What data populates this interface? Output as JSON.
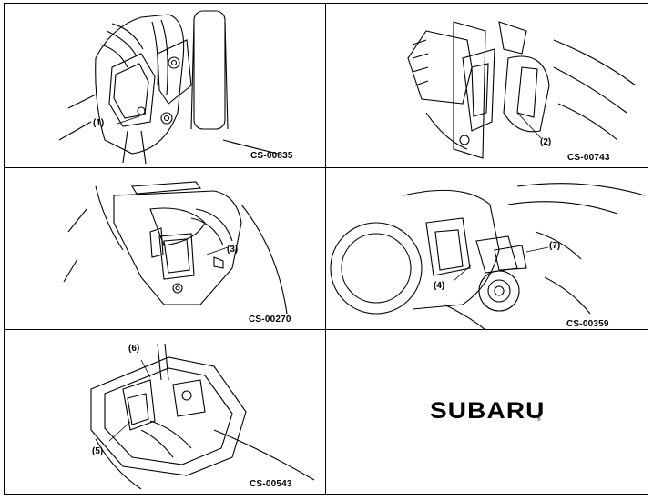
{
  "panels": [
    {
      "id": "p1",
      "code": "CS-00835",
      "callouts": [
        "(1)"
      ]
    },
    {
      "id": "p2",
      "code": "CS-00743",
      "callouts": [
        "(2)"
      ]
    },
    {
      "id": "p3",
      "code": "CS-00270",
      "callouts": [
        "(3)"
      ]
    },
    {
      "id": "p4",
      "code": "CS-00359",
      "callouts": [
        "(4)",
        "(7)"
      ]
    },
    {
      "id": "p5",
      "code": "CS-00543",
      "callouts": [
        "(6)",
        "(5)"
      ]
    }
  ],
  "logo": {
    "text": "SUBARU",
    "mark": "®"
  }
}
